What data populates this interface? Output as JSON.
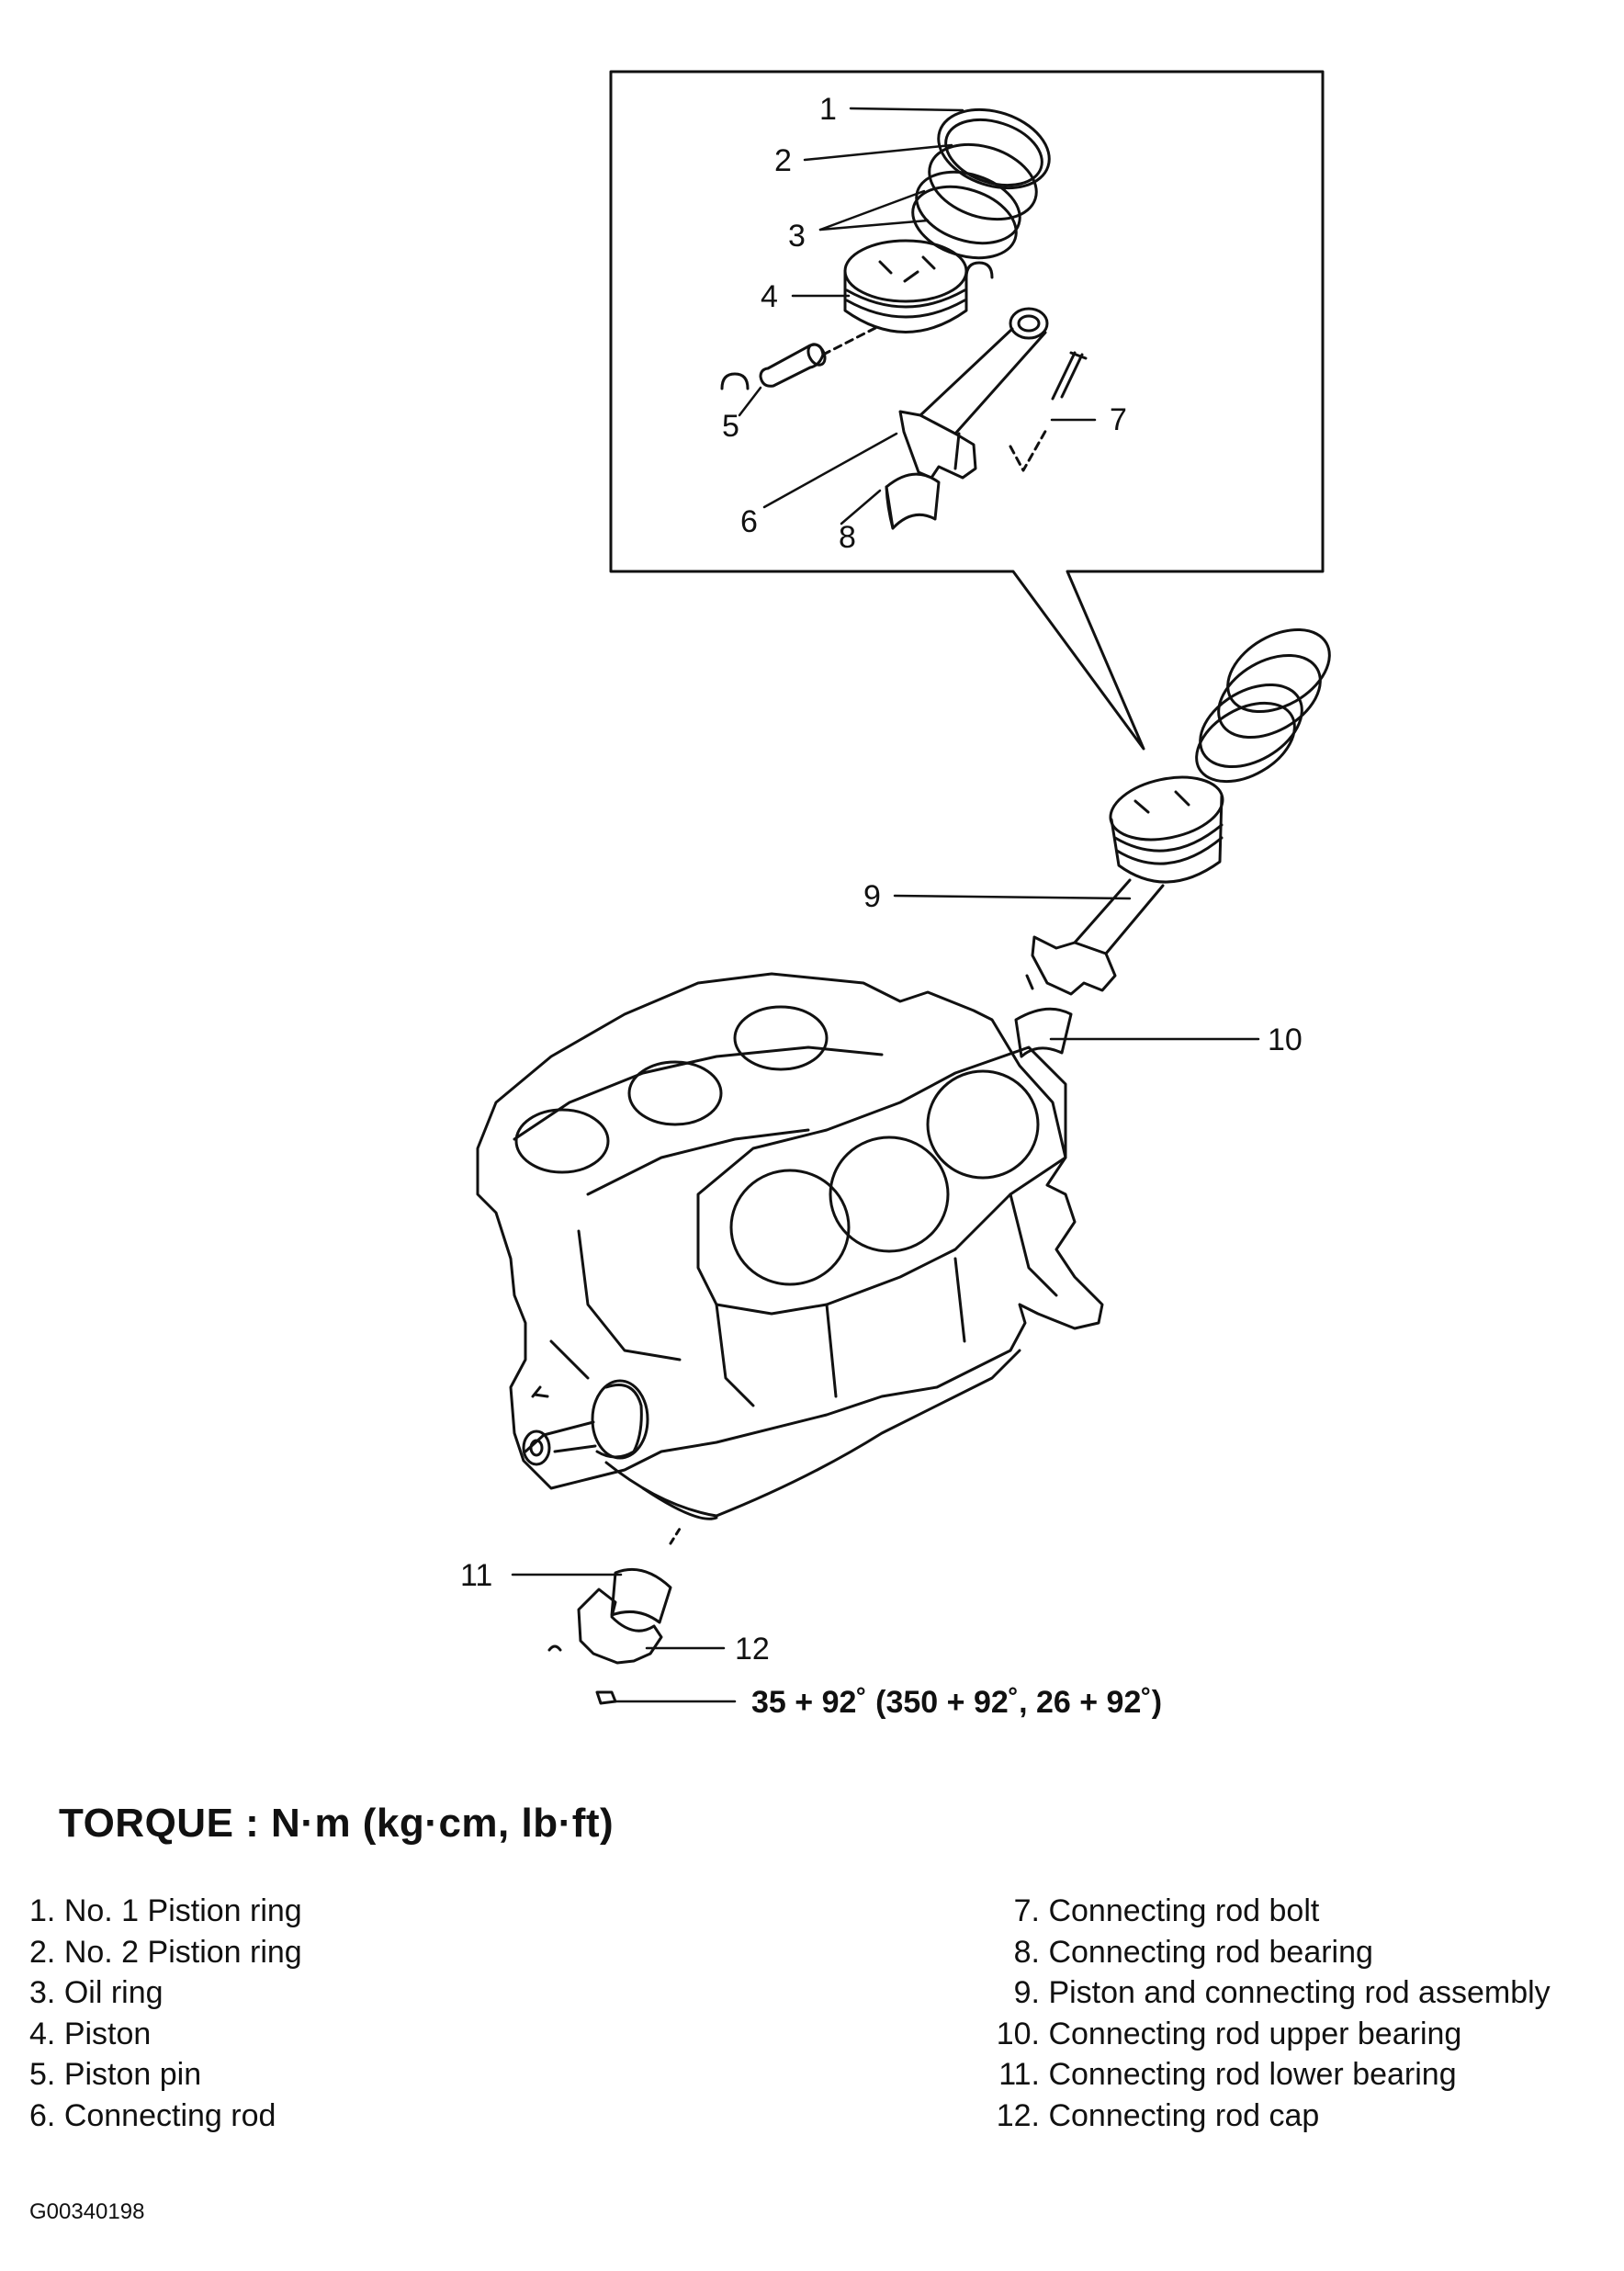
{
  "callouts": {
    "c1": "1",
    "c2": "2",
    "c3": "3",
    "c4": "4",
    "c5": "5",
    "c6": "6",
    "c7": "7",
    "c8": "8",
    "c9": "9",
    "c10": "10",
    "c11": "11",
    "c12": "12"
  },
  "torque_spec": "35 + 92˚ (350 + 92˚, 26 + 92˚)",
  "heading": "TORQUE : N·m (kg·cm, lb·ft)",
  "legend_left": [
    {
      "num": "1.",
      "label": "No. 1 Pistion ring"
    },
    {
      "num": "2.",
      "label": "No. 2 Pistion ring"
    },
    {
      "num": "3.",
      "label": "Oil ring"
    },
    {
      "num": "4.",
      "label": "Piston"
    },
    {
      "num": "5.",
      "label": "Piston pin"
    },
    {
      "num": "6.",
      "label": "Connecting rod"
    }
  ],
  "legend_right": [
    {
      "num": "7.",
      "label": "Connecting rod bolt"
    },
    {
      "num": "8.",
      "label": "Connecting rod bearing"
    },
    {
      "num": "9.",
      "label": "Piston and connecting rod assembly"
    },
    {
      "num": "10.",
      "label": "Connecting rod upper bearing"
    },
    {
      "num": "11.",
      "label": "Connecting rod lower bearing"
    },
    {
      "num": "12.",
      "label": "Connecting rod cap"
    }
  ],
  "figure_code": "G00340198"
}
